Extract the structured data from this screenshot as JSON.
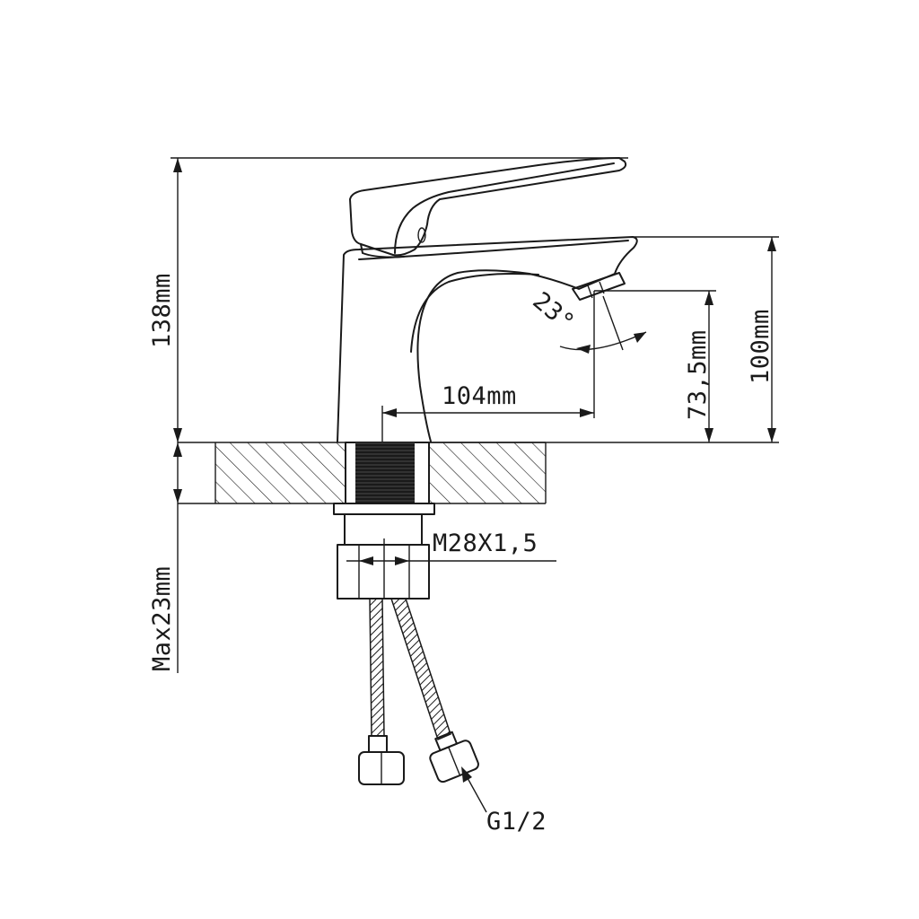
{
  "dimensions": {
    "total_height": "138mm",
    "spout_height": "100mm",
    "aerator_height": "73,5mm",
    "spout_reach": "104mm",
    "max_deck_thickness": "Max23mm",
    "spout_angle": "23°",
    "mount_thread": "M28X1,5",
    "hose_connection": "G1/2"
  },
  "colors": {
    "line": "#1a1a1a",
    "background": "#ffffff"
  }
}
